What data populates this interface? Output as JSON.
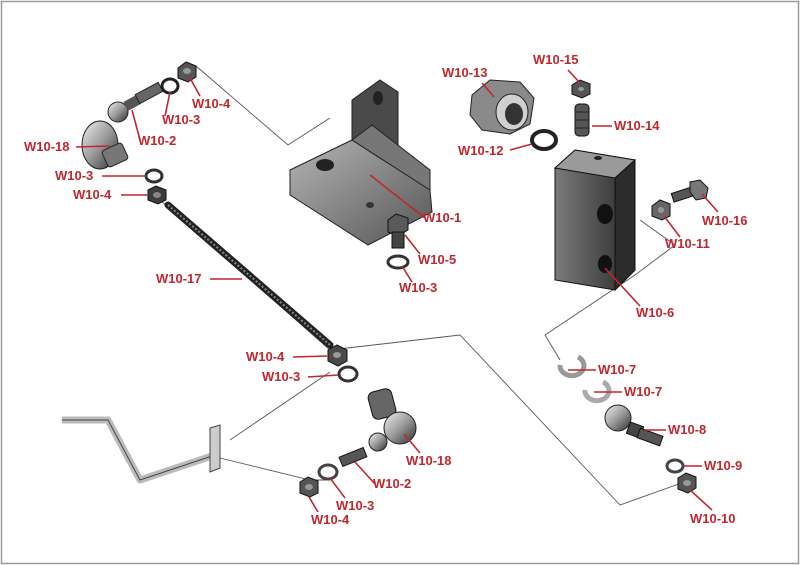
{
  "colors": {
    "label": "#c0272d",
    "leader": "#c0272d",
    "assembly_line": "#555555",
    "metal_dark": "#3a3a3a",
    "metal_mid": "#6e6e6e",
    "metal_light": "#bdbdbd",
    "frame": "#9a9a9a"
  },
  "labels": [
    {
      "id": "w10-1",
      "text": "W10-1"
    },
    {
      "id": "w10-2a",
      "text": "W10-2"
    },
    {
      "id": "w10-2b",
      "text": "W10-2"
    },
    {
      "id": "w10-3a",
      "text": "W10-3"
    },
    {
      "id": "w10-3b",
      "text": "W10-3"
    },
    {
      "id": "w10-3c",
      "text": "W10-3"
    },
    {
      "id": "w10-3d",
      "text": "W10-3"
    },
    {
      "id": "w10-3e",
      "text": "W10-3"
    },
    {
      "id": "w10-4a",
      "text": "W10-4"
    },
    {
      "id": "w10-4b",
      "text": "W10-4"
    },
    {
      "id": "w10-4c",
      "text": "W10-4"
    },
    {
      "id": "w10-4d",
      "text": "W10-4"
    },
    {
      "id": "w10-5",
      "text": "W10-5"
    },
    {
      "id": "w10-6",
      "text": "W10-6"
    },
    {
      "id": "w10-7a",
      "text": "W10-7"
    },
    {
      "id": "w10-7b",
      "text": "W10-7"
    },
    {
      "id": "w10-8",
      "text": "W10-8"
    },
    {
      "id": "w10-9",
      "text": "W10-9"
    },
    {
      "id": "w10-10",
      "text": "W10-10"
    },
    {
      "id": "w10-11",
      "text": "W10-11"
    },
    {
      "id": "w10-12",
      "text": "W10-12"
    },
    {
      "id": "w10-13",
      "text": "W10-13"
    },
    {
      "id": "w10-14",
      "text": "W10-14"
    },
    {
      "id": "w10-15",
      "text": "W10-15"
    },
    {
      "id": "w10-16",
      "text": "W10-16"
    },
    {
      "id": "w10-17",
      "text": "W10-17"
    },
    {
      "id": "w10-18a",
      "text": "W10-18"
    },
    {
      "id": "w10-18b",
      "text": "W10-18"
    }
  ]
}
